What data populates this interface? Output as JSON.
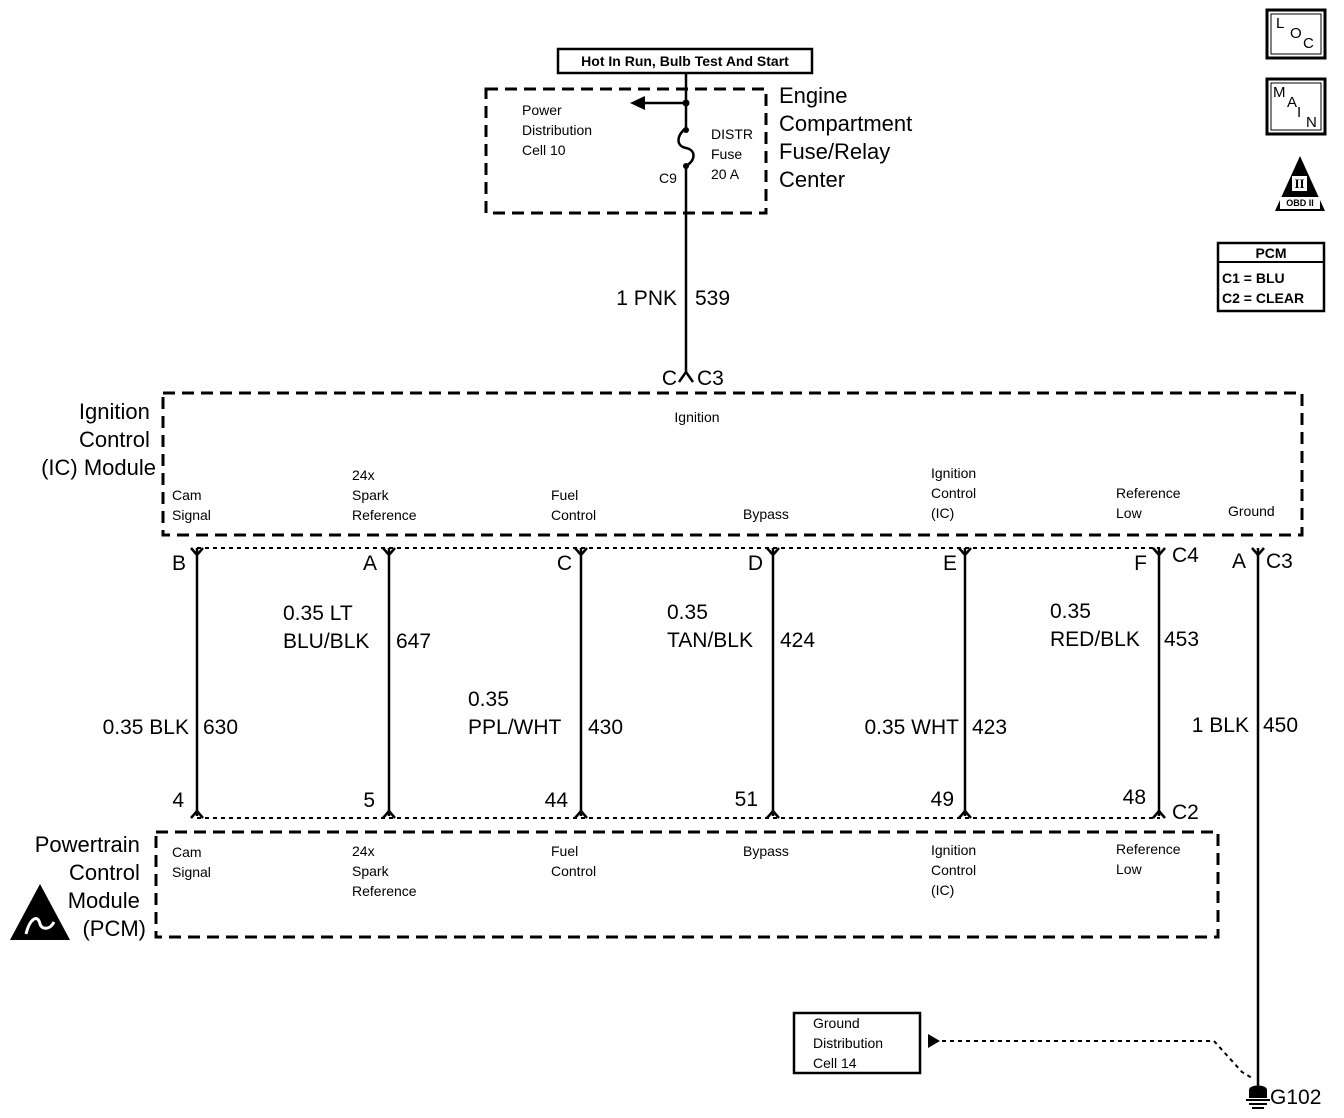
{
  "fuse_center": {
    "supply_label": "Hot In Run, Bulb Test And Start",
    "power_dist": [
      "Power",
      "Distribution",
      "Cell 10"
    ],
    "fuse": [
      "DISTR",
      "Fuse",
      "20 A"
    ],
    "connector": "C9",
    "title": [
      "Engine",
      "Compartment",
      "Fuse/Relay",
      "Center"
    ]
  },
  "feed_wire": {
    "gauge_color": "1 PNK",
    "circuit": "539"
  },
  "ic_connector_top": {
    "pin": "C",
    "connector": "C3"
  },
  "ic_module": {
    "title": [
      "Ignition",
      "Control",
      "(IC) Module"
    ],
    "ignition_label": "Ignition",
    "cam": [
      "Cam",
      "Signal"
    ],
    "spark": [
      "24x",
      "Spark",
      "Reference"
    ],
    "fuel": [
      "Fuel",
      "Control"
    ],
    "bypass": [
      "Bypass"
    ],
    "ic": [
      "Ignition",
      "Control",
      "(IC)"
    ],
    "ref_low": [
      "Reference",
      "Low"
    ],
    "ground": [
      "Ground"
    ]
  },
  "ic_connectors": {
    "c4": "C4",
    "c3": "C3"
  },
  "ic_pins": [
    "B",
    "A",
    "C",
    "D",
    "E",
    "F"
  ],
  "ground_pin": "A",
  "wire_labels": {
    "w630": [
      "0.35 BLK"
    ],
    "w647": [
      "0.35 LT",
      "BLU/BLK"
    ],
    "w430": [
      "0.35",
      "PPL/WHT"
    ],
    "w424": [
      "0.35",
      "TAN/BLK"
    ],
    "w423": [
      "0.35 WHT"
    ],
    "w453": [
      "0.35",
      "RED/BLK"
    ],
    "w450": [
      "1 BLK"
    ]
  },
  "wire_circuits": [
    "630",
    "647",
    "430",
    "424",
    "423",
    "453",
    "450"
  ],
  "pcm_pins": [
    "4",
    "5",
    "44",
    "51",
    "49",
    "48"
  ],
  "pcm_connector": "C2",
  "pcm_module": {
    "title": [
      "Powertrain",
      "Control",
      "Module",
      "(PCM)"
    ],
    "cam": [
      "Cam",
      "Signal"
    ],
    "spark": [
      "24x",
      "Spark",
      "Reference"
    ],
    "fuel": [
      "Fuel",
      "Control"
    ],
    "bypass": [
      "Bypass"
    ],
    "ic": [
      "Ignition",
      "Control",
      "(IC)"
    ],
    "ref_low": [
      "Reference",
      "Low"
    ]
  },
  "ground_dist": [
    "Ground",
    "Distribution",
    "Cell 14"
  ],
  "ground_point": "G102",
  "side_icons": {
    "loc": [
      "L",
      "O",
      "C"
    ],
    "main": [
      "M",
      "A",
      "I",
      "N"
    ],
    "obd": "OBD II"
  },
  "pcm_legend": {
    "title": "PCM",
    "lines": [
      "C1 = BLU",
      "C2 = CLEAR"
    ]
  }
}
